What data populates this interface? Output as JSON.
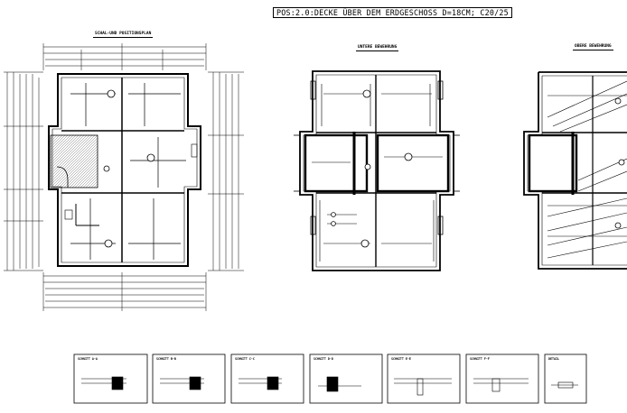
{
  "sheet_title": "POS:2.0:DECKE ÜBER DEM ERDGESCHOSS D=18CM; C20/25",
  "views": [
    {
      "title": "SCHAL-UND POSITIONSPLAN"
    },
    {
      "title": "UNTERE BEWEHRUNG"
    },
    {
      "title": "OBERE BEWEHRUNG"
    }
  ],
  "details": [
    {
      "title": "SCHNITT A-A"
    },
    {
      "title": "SCHNITT B-B"
    },
    {
      "title": "SCHNITT C-C"
    },
    {
      "title": "SCHNITT D-D"
    },
    {
      "title": "SCHNITT E-E"
    },
    {
      "title": "SCHNITT F-F"
    },
    {
      "title": "DETAIL"
    }
  ],
  "colors": {
    "ink": "#000000",
    "paper": "#ffffff",
    "hatch": "#7a7a7a"
  }
}
